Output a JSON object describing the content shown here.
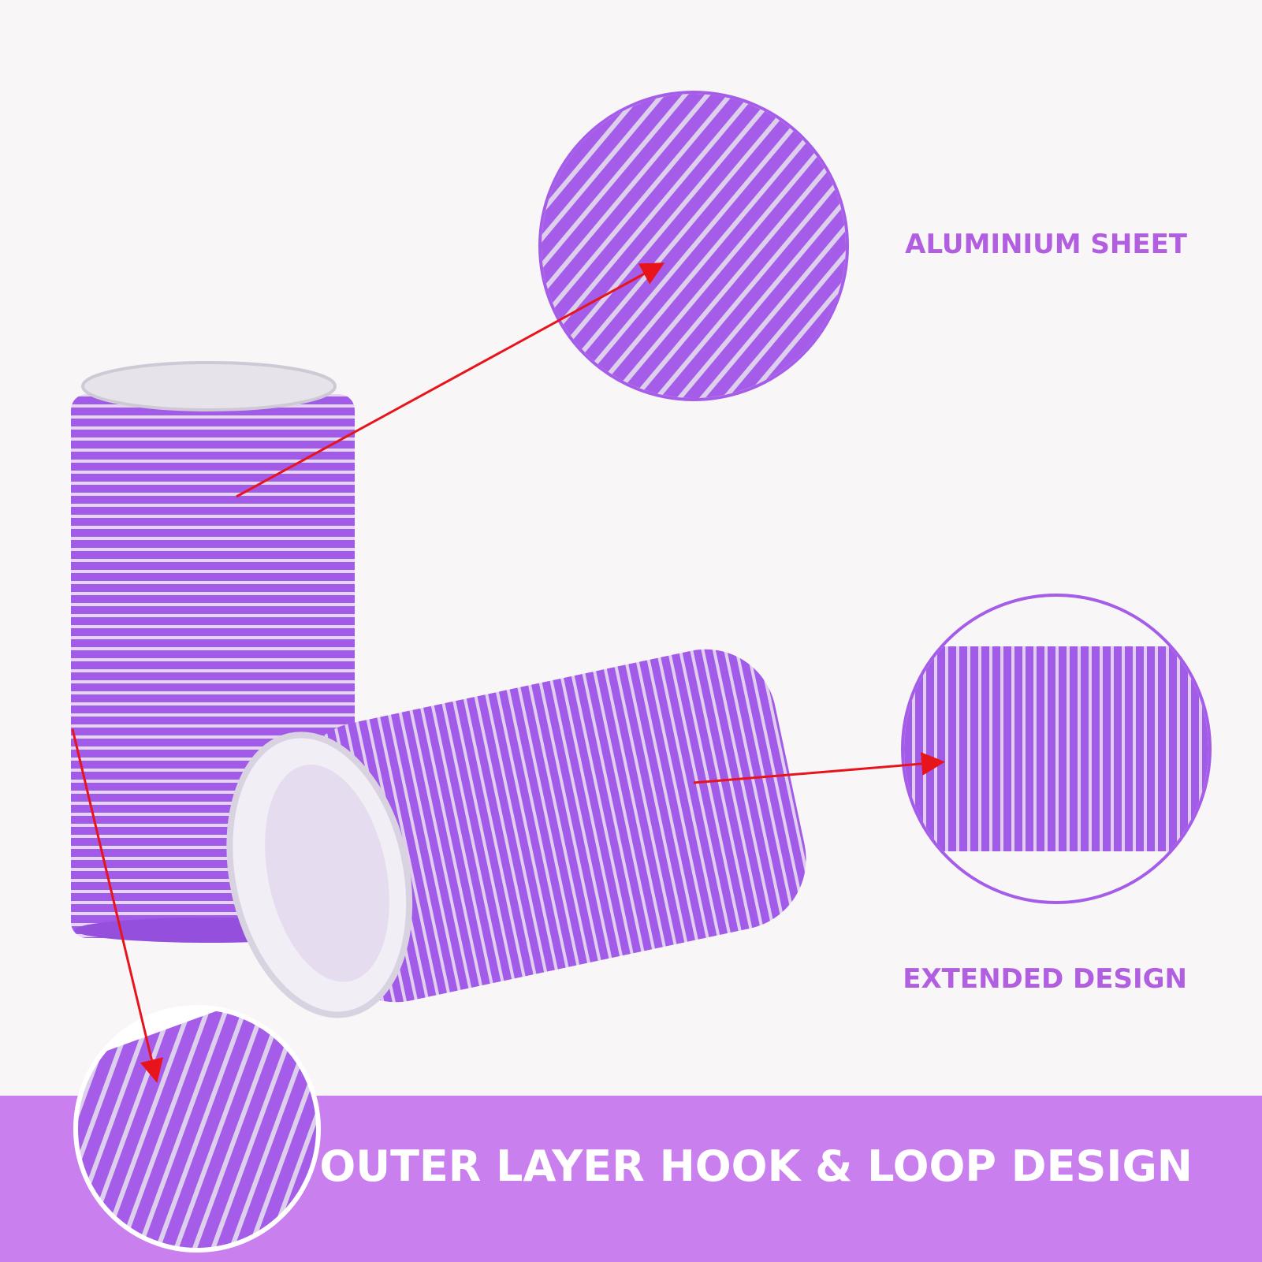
{
  "labels": {
    "aluminium": "ALUMINIUM SHEET",
    "extended": "EXTENDED DESIGN",
    "banner": "OUTER LAYER HOOK & LOOP DESIGN"
  },
  "colors": {
    "background": "#f9f6f8",
    "banner": "#c97fee",
    "label_text": "#b25ee0",
    "roller_purple": "#9d55e6",
    "arrow": "#e8141c"
  }
}
